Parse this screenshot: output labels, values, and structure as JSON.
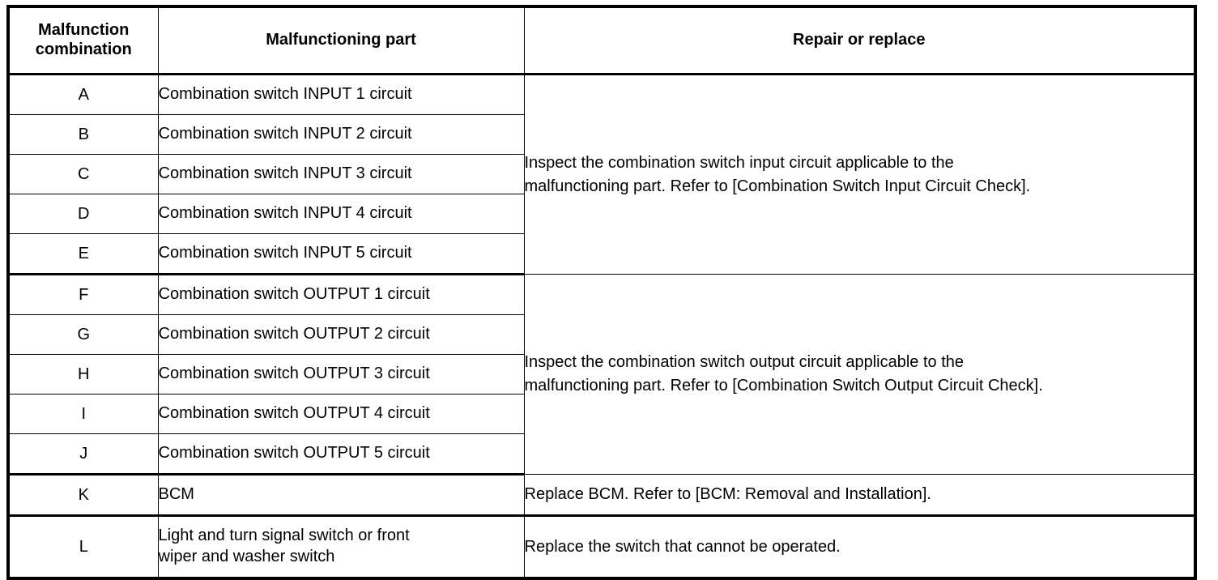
{
  "table": {
    "headers": {
      "combination": [
        "Malfunction",
        "combination"
      ],
      "part": "Malfunctioning part",
      "repair": "Repair or replace"
    },
    "groups": [
      {
        "id": "input-circuits",
        "rows": [
          {
            "combination": "A",
            "part": "Combination switch INPUT 1 circuit"
          },
          {
            "combination": "B",
            "part": "Combination switch INPUT 2 circuit"
          },
          {
            "combination": "C",
            "part": "Combination switch INPUT 3 circuit"
          },
          {
            "combination": "D",
            "part": "Combination switch INPUT 4 circuit"
          },
          {
            "combination": "E",
            "part": "Combination switch INPUT 5 circuit"
          }
        ],
        "repair": [
          "Inspect the combination switch input circuit applicable to the",
          "malfunctioning part. Refer to [Combination Switch Input Circuit Check]."
        ]
      },
      {
        "id": "output-circuits",
        "rows": [
          {
            "combination": "F",
            "part": "Combination switch OUTPUT 1 circuit"
          },
          {
            "combination": "G",
            "part": "Combination switch OUTPUT 2 circuit"
          },
          {
            "combination": "H",
            "part": "Combination switch OUTPUT 3 circuit"
          },
          {
            "combination": "I",
            "part": "Combination switch OUTPUT 4 circuit"
          },
          {
            "combination": "J",
            "part": "Combination switch OUTPUT 5 circuit"
          }
        ],
        "repair": [
          "Inspect the combination switch output circuit applicable to the",
          "malfunctioning part. Refer to [Combination Switch Output Circuit Check]."
        ]
      },
      {
        "id": "bcm",
        "rows": [
          {
            "combination": "K",
            "part": "BCM"
          }
        ],
        "repair": [
          "Replace BCM. Refer to [BCM: Removal and Installation]."
        ]
      },
      {
        "id": "switch-assembly",
        "rows": [
          {
            "combination": "L",
            "part_lines": [
              "Light and turn signal switch or front",
              "wiper and washer switch"
            ]
          }
        ],
        "repair": [
          "Replace the switch that cannot be operated."
        ]
      }
    ]
  },
  "colors": {
    "border": "#000000",
    "text": "#000000",
    "background": "#ffffff"
  }
}
